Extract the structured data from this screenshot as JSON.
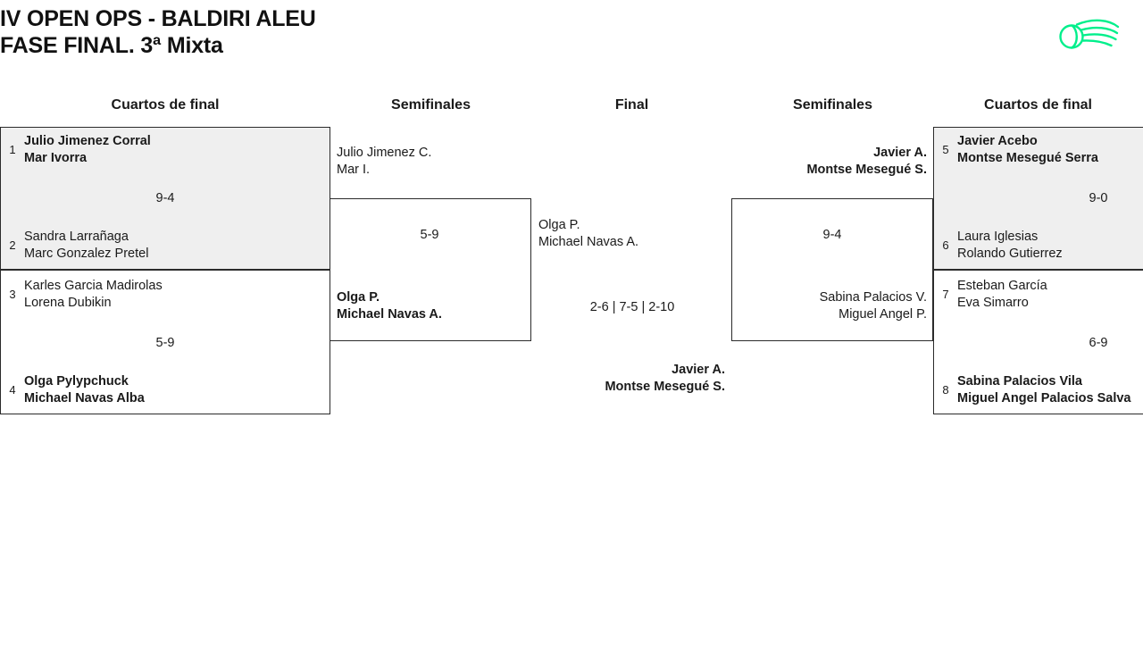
{
  "header": {
    "title_line1": "IV OPEN OPS - BALDIRI ALEU",
    "title_line2": "FASE FINAL. 3ª Mixta",
    "logo_name": "tennis-ball-swoosh-logo",
    "logo_color": "#00ef8b"
  },
  "rounds": {
    "left_quarters": "Cuartos de final",
    "left_semis": "Semifinales",
    "final": "Final",
    "right_semis": "Semifinales",
    "right_quarters": "Cuartos de final"
  },
  "colors": {
    "shaded_block": "#efefef",
    "border": "#2b2b2b",
    "text": "#1a1a1a"
  },
  "left_quarterfinals": [
    {
      "seed_top": "1",
      "top_player1": "Julio Jimenez Corral",
      "top_player2": "Mar Ivorra",
      "top_is_winner": true,
      "score": "9-4",
      "seed_bottom": "2",
      "bottom_player1": "Sandra Larrañaga",
      "bottom_player2": "Marc Gonzalez Pretel",
      "bottom_is_winner": false,
      "shaded": true
    },
    {
      "seed_top": "3",
      "top_player1": "Karles Garcia Madirolas",
      "top_player2": "Lorena Dubikin",
      "top_is_winner": false,
      "score": "5-9",
      "seed_bottom": "4",
      "bottom_player1": "Olga Pylypchuck",
      "bottom_player2": "Michael Navas Alba",
      "bottom_is_winner": true,
      "shaded": false
    }
  ],
  "left_semifinal": {
    "top_player1": "Julio Jimenez C.",
    "top_player2": "Mar I.",
    "top_is_winner": false,
    "score": "5-9",
    "bottom_player1": "Olga P.",
    "bottom_player2": "Michael Navas A.",
    "bottom_is_winner": true
  },
  "final_match": {
    "left_player1": "Olga P.",
    "left_player2": "Michael Navas A.",
    "left_is_winner": false,
    "score": "2-6 | 7-5 | 2-10",
    "right_player1": "Javier A.",
    "right_player2": "Montse Mesegué S.",
    "right_is_winner": true,
    "champion_player1": "Javier A.",
    "champion_player2": "Montse Mesegué S."
  },
  "right_semifinal": {
    "top_player1": "Javier A.",
    "top_player2": "Montse Mesegué S.",
    "top_is_winner": true,
    "score": "9-4",
    "bottom_player1": "Sabina Palacios V.",
    "bottom_player2": "Miguel Angel P.",
    "bottom_is_winner": false
  },
  "right_quarterfinals": [
    {
      "seed_top": "5",
      "top_player1": "Javier Acebo",
      "top_player2": "Montse Mesegué Serra",
      "top_is_winner": true,
      "score": "9-0",
      "seed_bottom": "6",
      "bottom_player1": "Laura Iglesias",
      "bottom_player2": "Rolando Gutierrez",
      "bottom_is_winner": false,
      "shaded": true
    },
    {
      "seed_top": "7",
      "top_player1": "Esteban García",
      "top_player2": "Eva Simarro",
      "top_is_winner": false,
      "score": "6-9",
      "seed_bottom": "8",
      "bottom_player1": "Sabina Palacios Vila",
      "bottom_player2": "Miguel Angel Palacios Salva",
      "bottom_is_winner": true,
      "shaded": false
    }
  ]
}
